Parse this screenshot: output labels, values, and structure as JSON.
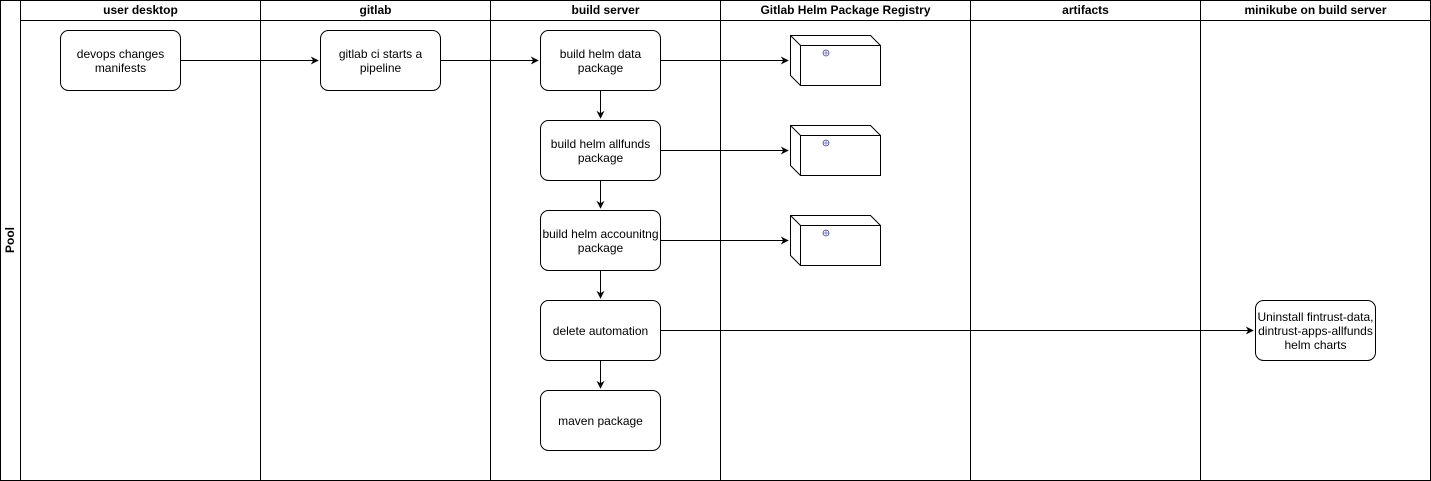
{
  "pool": {
    "label": "Pool"
  },
  "lanes": [
    {
      "id": "user-desktop",
      "title": "user desktop"
    },
    {
      "id": "gitlab",
      "title": "gitlab"
    },
    {
      "id": "build-server",
      "title": "build server"
    },
    {
      "id": "helm-registry",
      "title": "Gitlab Helm Package Registry"
    },
    {
      "id": "artifacts",
      "title": "artifacts"
    },
    {
      "id": "minikube",
      "title": "minikube on build server"
    }
  ],
  "nodes": {
    "devops_changes": "devops changes\nmanifests",
    "gitlab_ci": "gitlab ci starts a\npipeline",
    "build_data": "build helm data\npackage",
    "build_allfunds": "build helm allfunds\npackage",
    "build_accounting": "build helm accounitng\npackage",
    "delete_automation": "delete automation",
    "maven_package": "maven package",
    "uninstall": "Uninstall fintrust-data,\ndintrust-apps-allfunds\nhelm charts"
  }
}
